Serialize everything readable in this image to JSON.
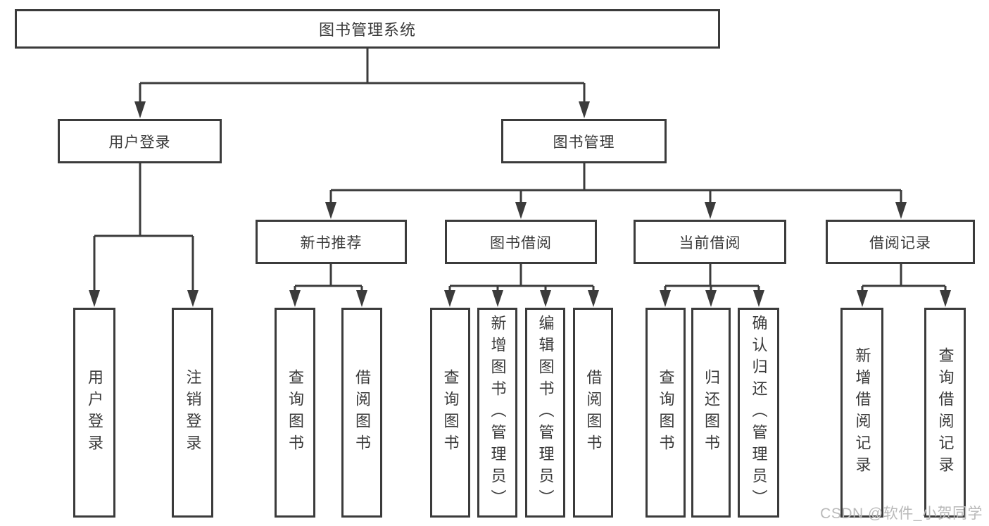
{
  "diagram_title": "图书管理系统",
  "tree": {
    "label": "图书管理系统",
    "children": [
      {
        "label": "用户登录",
        "children": [
          {
            "label": "用户登录"
          },
          {
            "label": "注销登录"
          }
        ]
      },
      {
        "label": "图书管理",
        "children": [
          {
            "label": "新书推荐",
            "children": [
              {
                "label": "查询图书"
              },
              {
                "label": "借阅图书"
              }
            ]
          },
          {
            "label": "图书借阅",
            "children": [
              {
                "label": "查询图书"
              },
              {
                "label": "新增图书（管理员）"
              },
              {
                "label": "编辑图书（管理员）"
              },
              {
                "label": "借阅图书"
              }
            ]
          },
          {
            "label": "当前借阅",
            "children": [
              {
                "label": "查询图书"
              },
              {
                "label": "归还图书"
              },
              {
                "label": "确认归还（管理员）"
              }
            ]
          },
          {
            "label": "借阅记录",
            "children": [
              {
                "label": "新增借阅记录"
              },
              {
                "label": "查询借阅记录"
              }
            ]
          }
        ]
      }
    ]
  },
  "watermark": "CSDN @软件_小贺同学",
  "colors": {
    "line": "#3b3b3b",
    "text": "#3a3a3a",
    "box_background": "#ffffff",
    "watermark": "#b9b9b9",
    "page_background": "#ffffff"
  }
}
